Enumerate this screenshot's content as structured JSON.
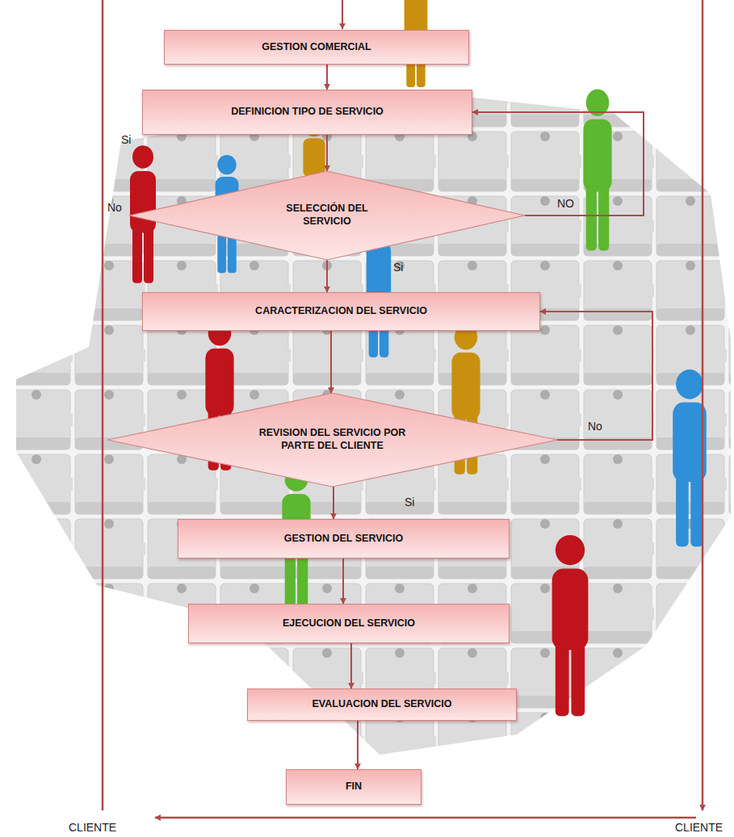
{
  "diagram": {
    "nodes": [
      {
        "text": [
          "GESTION COMERCIAL"
        ]
      },
      {
        "text": [
          "DEFINICION TIPO DE SERVICIO"
        ]
      },
      {
        "text": [
          "SELECCIÓN DEL SERVICIO"
        ]
      },
      {
        "text": [
          "CARACTERIZACION DEL SERVICIO"
        ]
      },
      {
        "text": [
          "REVISION DEL SERVICIO POR PARTE DEL CLIENTE"
        ]
      },
      {
        "text": [
          "GESTION DEL SERVICIO"
        ]
      },
      {
        "text": [
          "EJECUCION DEL SERVICIO"
        ]
      },
      {
        "text": [
          "EVALUACION DEL SERVICIO"
        ]
      },
      {
        "text": [
          "FIN"
        ]
      }
    ],
    "edges": [
      {
        "from": 0,
        "to": 1,
        "arrow": "to"
      },
      {
        "from": 1,
        "to": 2,
        "arrow": "to"
      },
      {
        "from": 2,
        "to": 1,
        "label": "NO",
        "arrow": "to"
      },
      {
        "from": 2,
        "to": 3,
        "label": "Si",
        "arrow": "to"
      },
      {
        "from": 3,
        "to": 4,
        "arrow": "to"
      },
      {
        "from": 4,
        "to": 3,
        "label": "No",
        "arrow": "to"
      },
      {
        "from": 4,
        "to": 5,
        "label": "Si",
        "arrow": "to"
      },
      {
        "from": 5,
        "to": 6,
        "arrow": "to"
      },
      {
        "from": 6,
        "to": 7,
        "arrow": "to"
      },
      {
        "from": 7,
        "to": 8,
        "arrow": "to"
      }
    ],
    "labels": [
      "Si",
      "No",
      "CLIENTE",
      "CLIENTE"
    ]
  }
}
